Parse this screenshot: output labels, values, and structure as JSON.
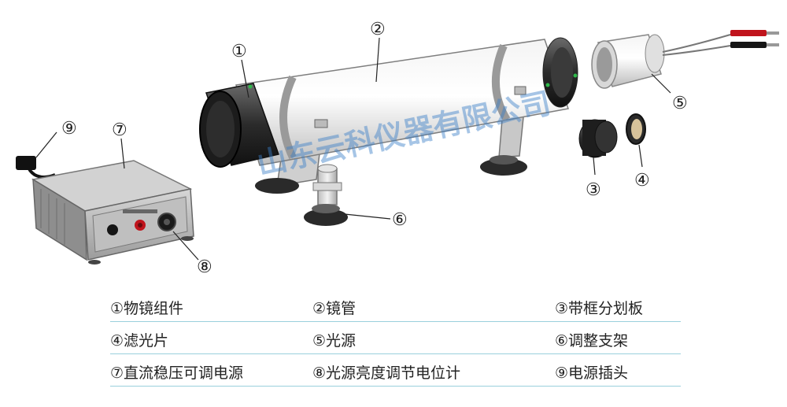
{
  "watermark": "山东云科仪器有限公司",
  "callouts": [
    "①",
    "②",
    "③",
    "④",
    "⑤",
    "⑥",
    "⑦",
    "⑧",
    "⑨"
  ],
  "legend": {
    "rows": [
      [
        "①物镜组件",
        "②镜管",
        "③带框分划板"
      ],
      [
        "④滤光片",
        "⑤光源",
        "⑥调整支架"
      ],
      [
        "⑦直流稳压可调电源",
        "⑧光源亮度调节电位计",
        "⑨电源插头"
      ]
    ]
  },
  "colors": {
    "legend_rule": "#9ad0dc",
    "watermark": "#3a7fc8",
    "terminal_red": "#c0141c",
    "led_green": "#2fb84a"
  }
}
